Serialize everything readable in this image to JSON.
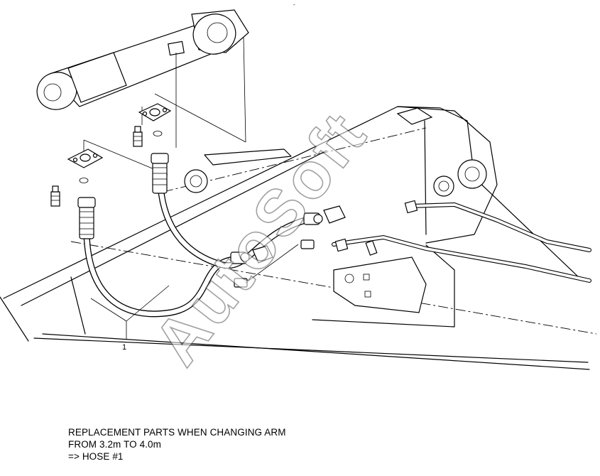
{
  "diagram": {
    "callout_label": "1",
    "watermark_text": "AutoSoft",
    "top_mark": "-"
  },
  "caption": {
    "line1": "REPLACEMENT PARTS WHEN CHANGING ARM",
    "line2": "FROM 3.2m TO 4.0m",
    "line3": "=> HOSE #1"
  }
}
